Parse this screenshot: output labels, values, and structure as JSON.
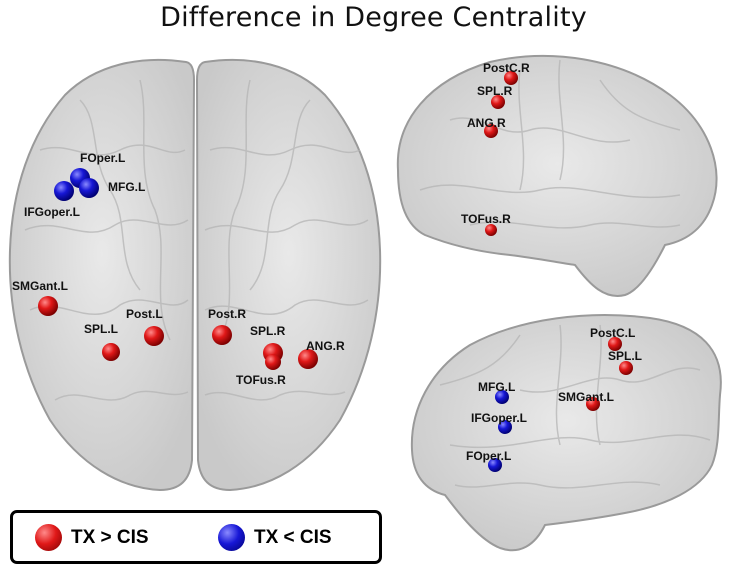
{
  "title": "Difference in Degree Centrality",
  "colors": {
    "increase": "#e01818",
    "decrease": "#1717d6",
    "brain_fill": "#d9d9d9",
    "brain_stroke": "#9a9a9a"
  },
  "views": {
    "axial": {
      "nodes": [
        {
          "label": "FOper.L",
          "group": "decrease"
        },
        {
          "label": "MFG.L",
          "group": "decrease"
        },
        {
          "label": "IFGoper.L",
          "group": "decrease"
        },
        {
          "label": "SMGant.L",
          "group": "increase"
        },
        {
          "label": "SPL.L",
          "group": "increase"
        },
        {
          "label": "Post.L",
          "group": "increase"
        },
        {
          "label": "Post.R",
          "group": "increase"
        },
        {
          "label": "SPL.R",
          "group": "increase"
        },
        {
          "label": "ANG.R",
          "group": "increase"
        },
        {
          "label": "TOFus.R",
          "group": "increase"
        }
      ]
    },
    "right_lateral": {
      "nodes": [
        {
          "label": "PostC.R",
          "group": "increase"
        },
        {
          "label": "SPL.R",
          "group": "increase"
        },
        {
          "label": "ANG.R",
          "group": "increase"
        },
        {
          "label": "TOFus.R",
          "group": "increase"
        }
      ]
    },
    "left_lateral": {
      "nodes": [
        {
          "label": "PostC.L",
          "group": "increase"
        },
        {
          "label": "SPL.L",
          "group": "increase"
        },
        {
          "label": "SMGant.L",
          "group": "increase"
        },
        {
          "label": "MFG.L",
          "group": "decrease"
        },
        {
          "label": "IFGoper.L",
          "group": "decrease"
        },
        {
          "label": "FOper.L",
          "group": "decrease"
        }
      ]
    }
  },
  "legend": {
    "increase_label": "TX > CIS",
    "decrease_label": "TX < CIS"
  }
}
